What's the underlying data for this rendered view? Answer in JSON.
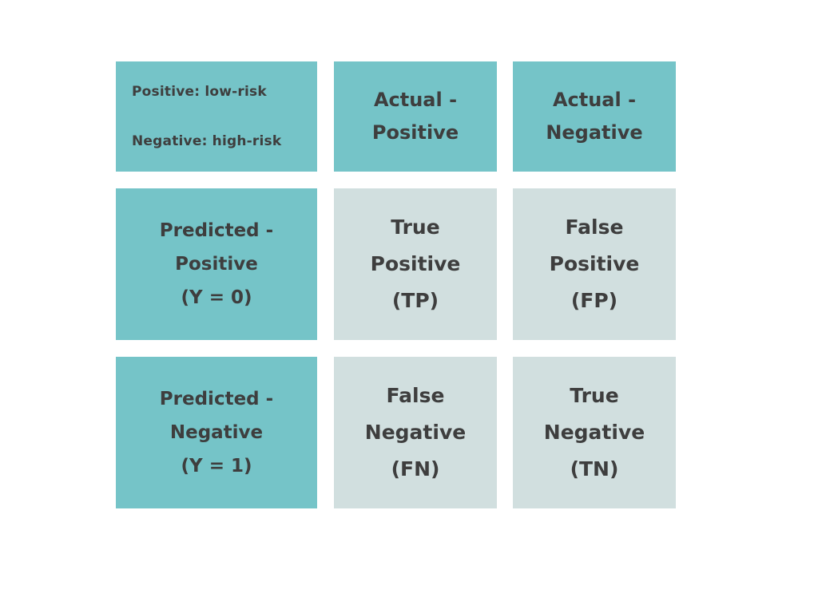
{
  "legend": {
    "positive": "Positive:  low-risk",
    "negative": "Negative:  high-risk"
  },
  "columns": [
    {
      "line1": "Actual -",
      "line2": "Positive"
    },
    {
      "line1": "Actual -",
      "line2": "Negative"
    }
  ],
  "rows": [
    {
      "line1": "Predicted -",
      "line2": "Positive",
      "line3": "(Y = 0)"
    },
    {
      "line1": "Predicted -",
      "line2": "Negative",
      "line3": "(Y = 1)"
    }
  ],
  "cells": {
    "tp": {
      "line1": "True",
      "line2": "Positive",
      "line3": "(TP)"
    },
    "fp": {
      "line1": "False",
      "line2": "Positive",
      "line3": "(FP)"
    },
    "fn": {
      "line1": "False",
      "line2": "Negative",
      "line3": "(FN)"
    },
    "tn": {
      "line1": "True",
      "line2": "Negative",
      "line3": "(TN)"
    }
  },
  "colors": {
    "header": "#75c4c8",
    "cell": "#d1dfdf",
    "text": "#3e3e3e"
  }
}
